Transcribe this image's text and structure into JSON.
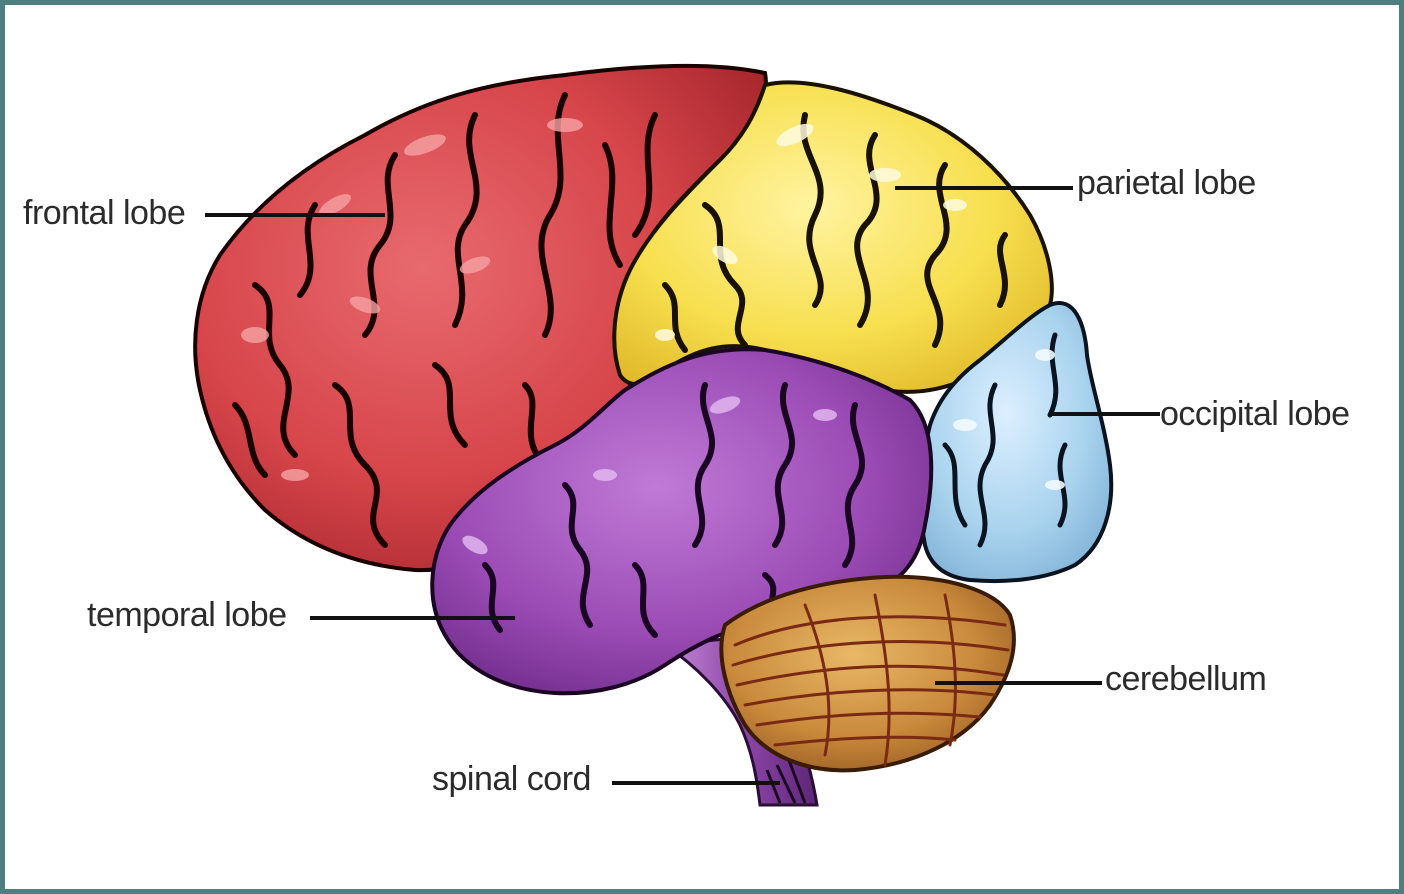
{
  "labels": {
    "frontal": "frontal lobe",
    "parietal": "parietal lobe",
    "occipital": "occipital lobe",
    "temporal": "temporal lobe",
    "cerebellum": "cerebellum",
    "spinal": "spinal cord"
  },
  "colors": {
    "frame": "#4d7e80",
    "frontal": "#d6454a",
    "parietal": "#f7df4e",
    "occipital": "#a9d3ee",
    "temporal": "#9b4cb5",
    "cerebellum": "#c98a3c",
    "spinal": "#7d3f99",
    "sulci": "#111111"
  }
}
